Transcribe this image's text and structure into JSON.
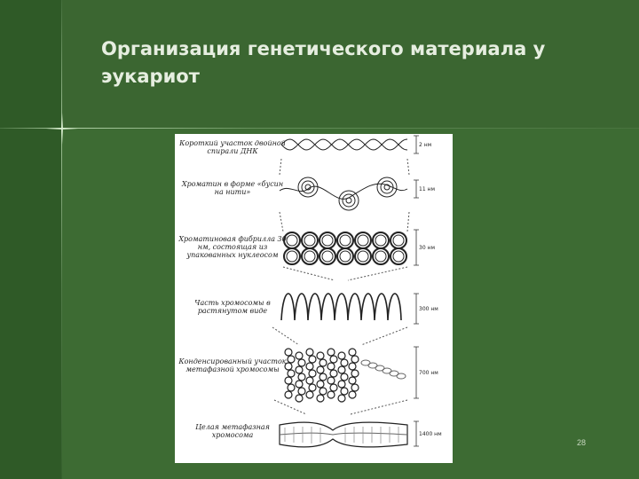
{
  "slide": {
    "title": "Организация генетического материала у эукариот",
    "page_number": "28"
  },
  "figure": {
    "stages": [
      {
        "label": "Короткий участок двойной спирали ДНК",
        "scale": "2 нм"
      },
      {
        "label": "Хроматин в форме «бусин на нити»",
        "scale": "11 нм"
      },
      {
        "label": "Хроматиновая фибрилла 30 нм, состоящая из упакованных нуклеосом",
        "scale": "30 нм"
      },
      {
        "label": "Часть хромосомы в растянутом виде",
        "scale": "300 нм"
      },
      {
        "label": "Конденсированный участок метафазной хромосомы",
        "scale": "700 нм"
      },
      {
        "label": "Целая метафазная хромосома",
        "scale": "1400 нм"
      }
    ]
  },
  "colors": {
    "background": "#3d6b33",
    "band": "#2f5a27",
    "title": "#e6eee0",
    "figure_bg": "#ffffff"
  }
}
